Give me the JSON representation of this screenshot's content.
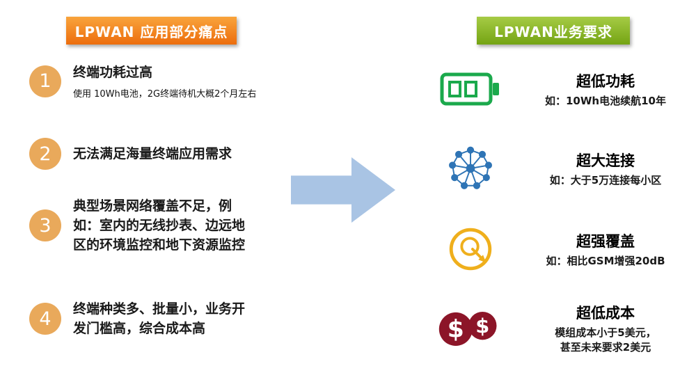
{
  "left": {
    "header": "LPWAN 应用部分痛点",
    "items": [
      {
        "number": "1",
        "title": "终端功耗过高",
        "detail": "使用 10Wh电池，2G终端待机大概2个月左右"
      },
      {
        "number": "2",
        "title": "无法满足海量终端应用需求"
      },
      {
        "number": "3",
        "title": "典型场景网络覆盖不足，例如：室内的无线抄表、边远地区的环境监控和地下资源监控"
      },
      {
        "number": "4",
        "title": "终端种类多、批量小，业务开发门槛高，综合成本高"
      }
    ]
  },
  "arrow": {
    "direction": "right"
  },
  "right": {
    "header": "LPWAN业务要求",
    "items": [
      {
        "icon": "battery-icon",
        "title": "超低功耗",
        "detail": "如：10Wh电池续航10年"
      },
      {
        "icon": "mesh-network-icon",
        "title": "超大连接",
        "detail": "如：大于5万连接每小区"
      },
      {
        "icon": "coverage-signal-icon",
        "title": "超强覆盖",
        "detail": "如：相比GSM增强20dB"
      },
      {
        "icon": "dollar-cost-icon",
        "title": "超低成本",
        "detail": "模组成本小于5美元，\n甚至未来要求2美元"
      }
    ]
  },
  "colors": {
    "left_header_orange": "#EC6D0D",
    "number_circle_tan": "#E9A95B",
    "right_header_green": "#74A413",
    "arrow_blue": "#A9C4E4",
    "battery_green": "#1BA94C",
    "network_blue": "#2E74B5",
    "coverage_gold": "#EFAF1C",
    "cost_maroon": "#8C1528"
  }
}
